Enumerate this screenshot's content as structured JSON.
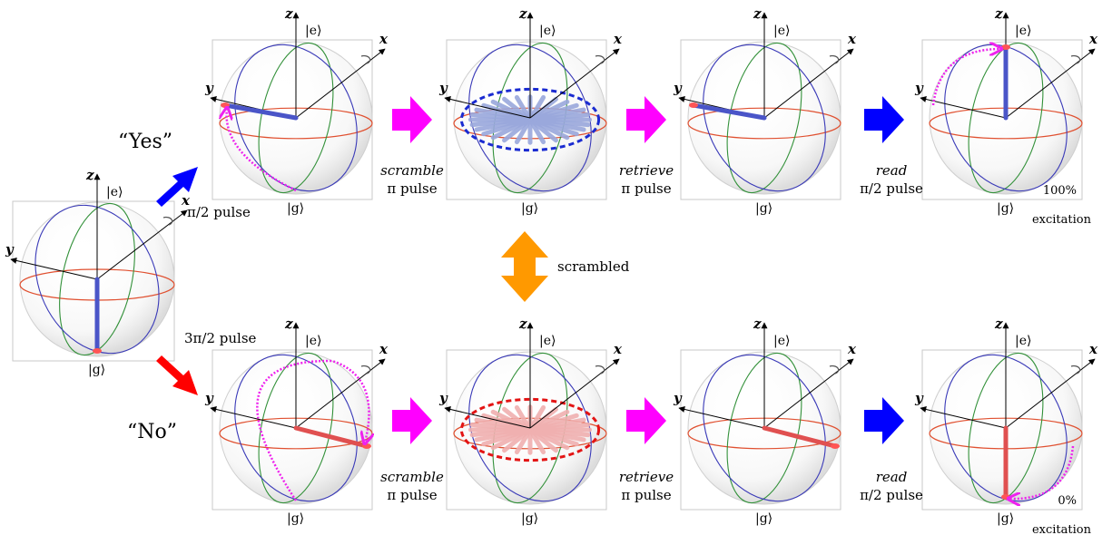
{
  "spheres": [
    {
      "id": "initial",
      "ket_top": "|e⟩",
      "ket_bottom": "|g⟩",
      "axis_z": "z",
      "axis_x": "x",
      "axis_y": "y",
      "state": "ground",
      "arrow_color": "#4a55c8",
      "spread": "none",
      "spread_color": "",
      "note": "",
      "note2": ""
    },
    {
      "id": "yes-1",
      "ket_top": "|e⟩",
      "ket_bottom": "|g⟩",
      "axis_z": "z",
      "axis_x": "x",
      "axis_y": "y",
      "state": "y",
      "arrow_color": "#4a55c8",
      "spread": "none",
      "spread_color": "",
      "note": "",
      "note2": ""
    },
    {
      "id": "yes-2",
      "ket_top": "|e⟩",
      "ket_bottom": "|g⟩",
      "axis_z": "z",
      "axis_x": "x",
      "axis_y": "y",
      "state": "spread",
      "arrow_color": "#9aa8dc",
      "spread": "fan",
      "spread_color": "#1a2bd1",
      "note": "",
      "note2": ""
    },
    {
      "id": "yes-3",
      "ket_top": "|e⟩",
      "ket_bottom": "|g⟩",
      "axis_z": "z",
      "axis_x": "x",
      "axis_y": "y",
      "state": "y",
      "arrow_color": "#4a55c8",
      "spread": "none",
      "spread_color": "",
      "note": "",
      "note2": ""
    },
    {
      "id": "yes-4",
      "ket_top": "|e⟩",
      "ket_bottom": "|g⟩",
      "axis_z": "z",
      "axis_x": "x",
      "axis_y": "y",
      "state": "up",
      "arrow_color": "#4a55c8",
      "spread": "none",
      "spread_color": "",
      "note": "100%",
      "note2": "excitation"
    },
    {
      "id": "no-1",
      "ket_top": "|e⟩",
      "ket_bottom": "|g⟩",
      "axis_z": "z",
      "axis_x": "x",
      "axis_y": "y",
      "state": "minus-y",
      "arrow_color": "#e05050",
      "spread": "none",
      "spread_color": "",
      "note": "",
      "note2": ""
    },
    {
      "id": "no-2",
      "ket_top": "|e⟩",
      "ket_bottom": "|g⟩",
      "axis_z": "z",
      "axis_x": "x",
      "axis_y": "y",
      "state": "spread",
      "arrow_color": "#f0b0b0",
      "spread": "fan",
      "spread_color": "#e31414",
      "note": "",
      "note2": ""
    },
    {
      "id": "no-3",
      "ket_top": "|e⟩",
      "ket_bottom": "|g⟩",
      "axis_z": "z",
      "axis_x": "x",
      "axis_y": "y",
      "state": "minus-y",
      "arrow_color": "#e05050",
      "spread": "none",
      "spread_color": "",
      "note": "",
      "note2": ""
    },
    {
      "id": "no-4",
      "ket_top": "|e⟩",
      "ket_bottom": "|g⟩",
      "axis_z": "z",
      "axis_x": "x",
      "axis_y": "y",
      "state": "down",
      "arrow_color": "#e05050",
      "spread": "none",
      "spread_color": "",
      "note": "0%",
      "note2": "excitation"
    }
  ],
  "labels": {
    "yes": "“Yes”",
    "no": "“No”",
    "pulse_half": "π/2 pulse",
    "pulse_three_half": "3π/2 pulse",
    "scrambled": "scrambled",
    "scramble": "scramble",
    "retrieve": "retrieve",
    "read": "read",
    "pi_pulse": "π pulse",
    "half_pi_pulse": "π/2 pulse"
  },
  "colors": {
    "magenta_arrow": "#ff00ff",
    "blue_arrow": "#0000ff",
    "red_arrow": "#ff0000",
    "orange_arrow": "#ff9900",
    "path_dots": "#ee22ee",
    "equator": "#e05030",
    "meridian_green": "#33913a",
    "meridian_blue": "#3a3ab8"
  }
}
